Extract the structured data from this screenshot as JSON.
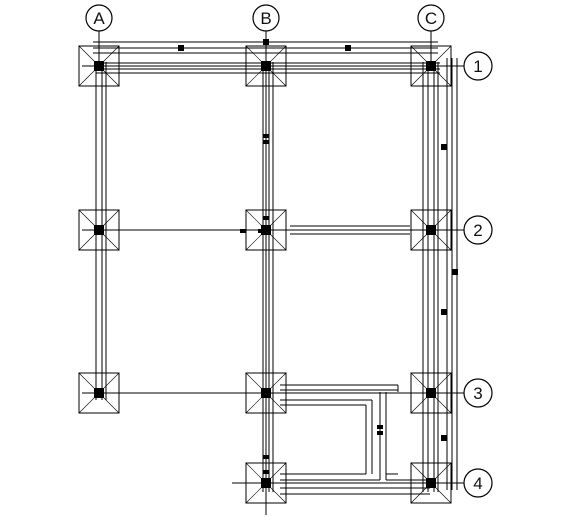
{
  "drawing": {
    "grid_columns": [
      {
        "label": "A"
      },
      {
        "label": "B"
      },
      {
        "label": "C"
      }
    ],
    "grid_rows": [
      {
        "label": "1"
      },
      {
        "label": "2"
      },
      {
        "label": "3"
      },
      {
        "label": "4"
      }
    ],
    "line_color": "#000000",
    "background": "#ffffff"
  }
}
